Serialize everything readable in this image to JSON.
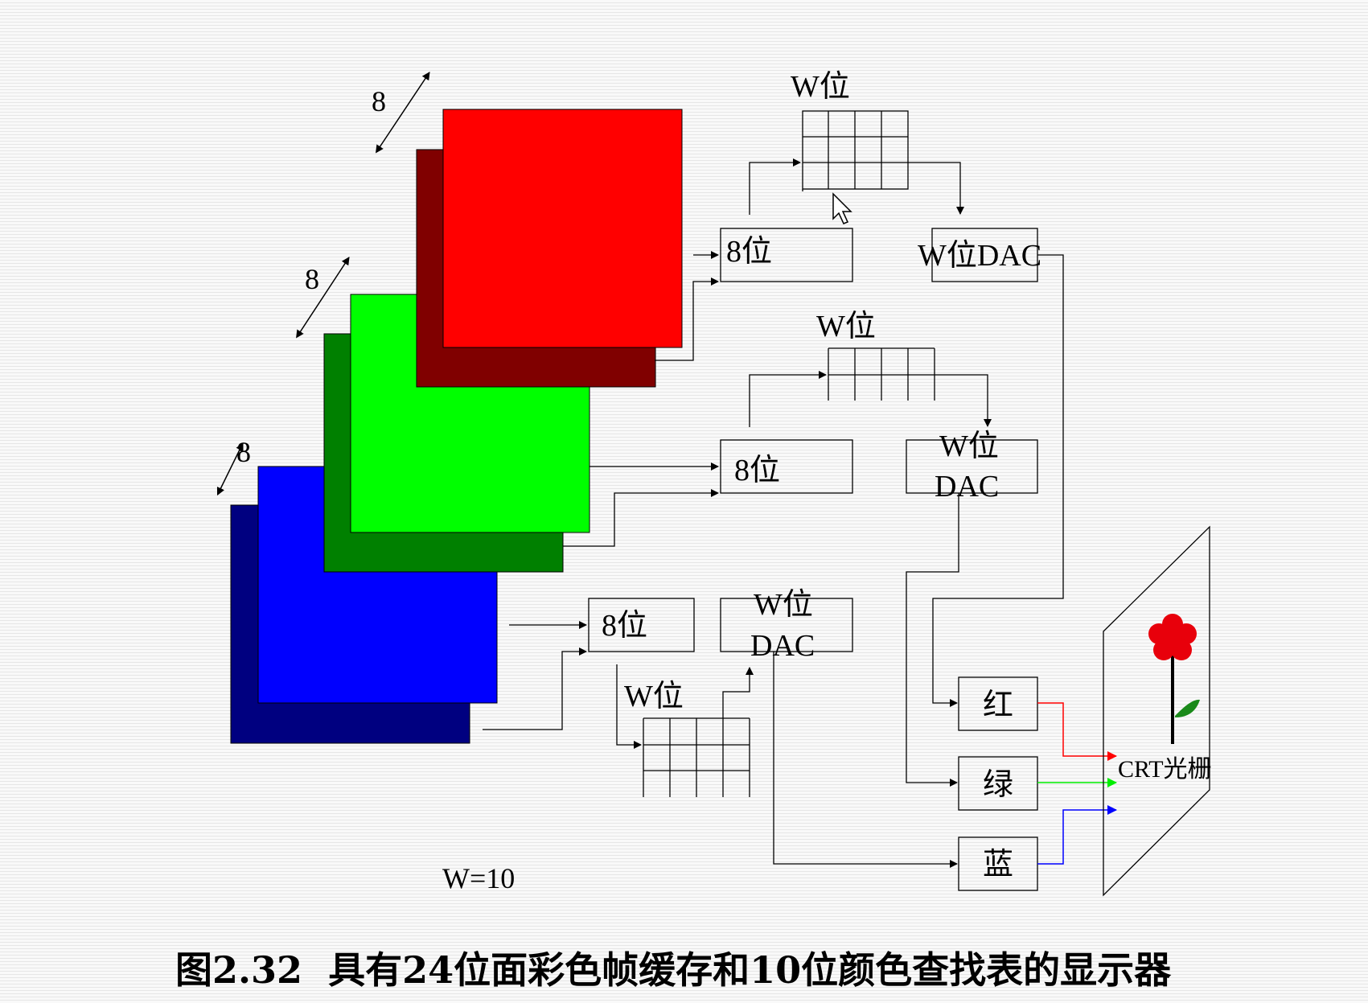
{
  "diagram": {
    "depth_labels": [
      "8",
      "8",
      "8"
    ],
    "red_pipeline": {
      "lut_label": "W位",
      "index_register": "8位",
      "dac_label": "W位DAC"
    },
    "green_pipeline": {
      "lut_label": "W位",
      "index_register": "8位",
      "dac_label_line1": "W位",
      "dac_label_line2": "DAC"
    },
    "blue_pipeline": {
      "lut_label": "W位",
      "index_register": "8位",
      "dac_label_line1": "W位",
      "dac_label_line2": "DAC"
    },
    "channels": {
      "red": "红",
      "green": "绿",
      "blue": "蓝"
    },
    "crt_label": "CRT光栅",
    "w_note": "W=10",
    "colors": {
      "red_plane": "#ff0000",
      "red_plane_back": "#800000",
      "green_plane": "#00ff00",
      "green_plane_back": "#008000",
      "blue_plane": "#0000ff",
      "blue_plane_back": "#000080",
      "red_signal": "#ff0000",
      "green_signal": "#00ff00",
      "blue_signal": "#0000ff",
      "flower_petal": "#e8000b",
      "flower_leaf": "#1a8a1a"
    }
  },
  "caption": "图2.32  具有24位面彩色帧缓存和10位颜色查找表的显示器"
}
